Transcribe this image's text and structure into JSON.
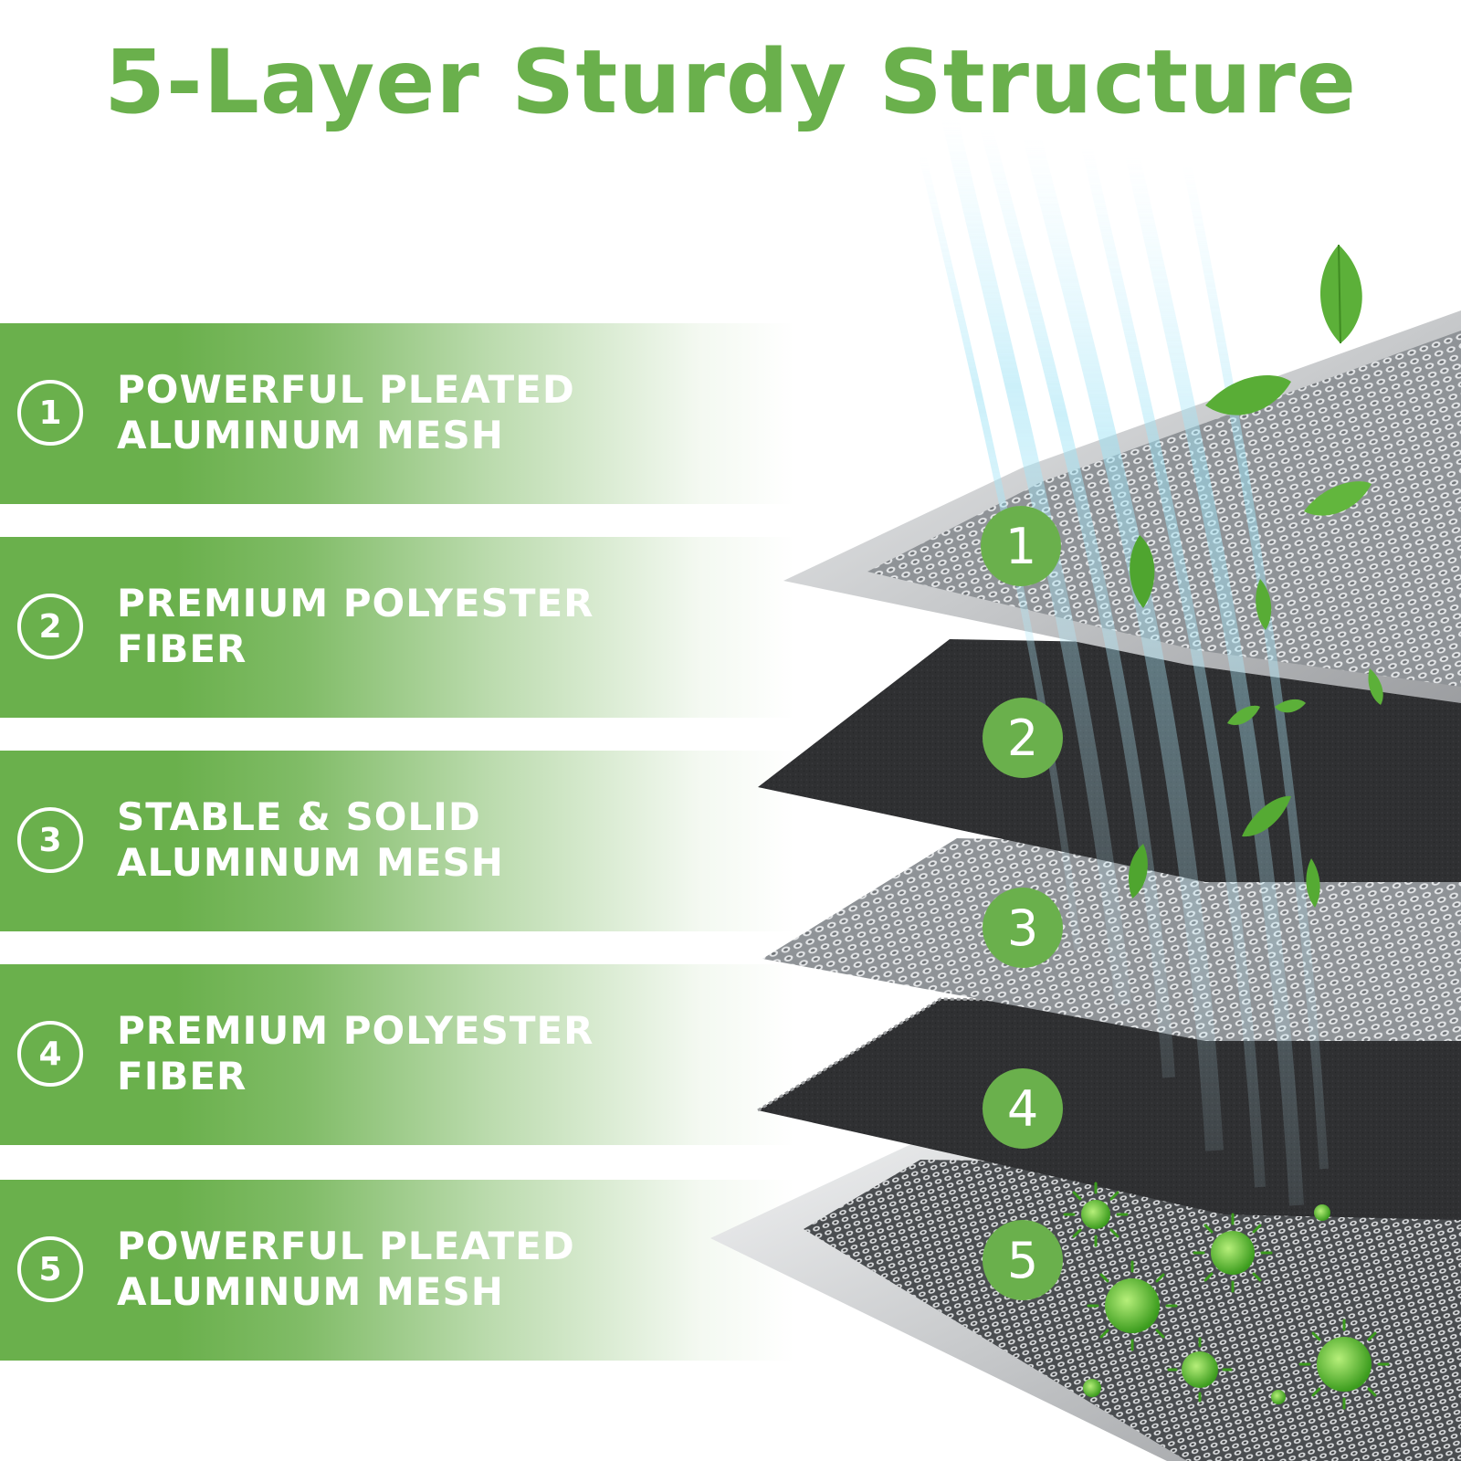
{
  "title": "5-Layer Sturdy Structure",
  "colors": {
    "brand_green": "#6ab04c",
    "text_on_green": "#ffffff",
    "fiber_dark": "#2e2e2e",
    "mesh_gray": "#b9bcbf",
    "frame_silver": "#d4d6d8"
  },
  "layers": [
    {
      "number": "1",
      "line1": "POWERFUL PLEATED",
      "line2": "ALUMINUM MESH",
      "marker": "1"
    },
    {
      "number": "2",
      "line1": "PREMIUM POLYESTER",
      "line2": "FIBER",
      "marker": "2"
    },
    {
      "number": "3",
      "line1": "STABLE & SOLID",
      "line2": "ALUMINUM MESH",
      "marker": "3"
    },
    {
      "number": "4",
      "line1": "PREMIUM POLYESTER",
      "line2": "FIBER",
      "marker": "4"
    },
    {
      "number": "5",
      "line1": "POWERFUL PLEATED",
      "line2": "ALUMINUM MESH",
      "marker": "5"
    }
  ],
  "icons": {
    "leaf": "leaf-icon",
    "germ": "germ-icon",
    "airflow": "airflow-icon"
  }
}
